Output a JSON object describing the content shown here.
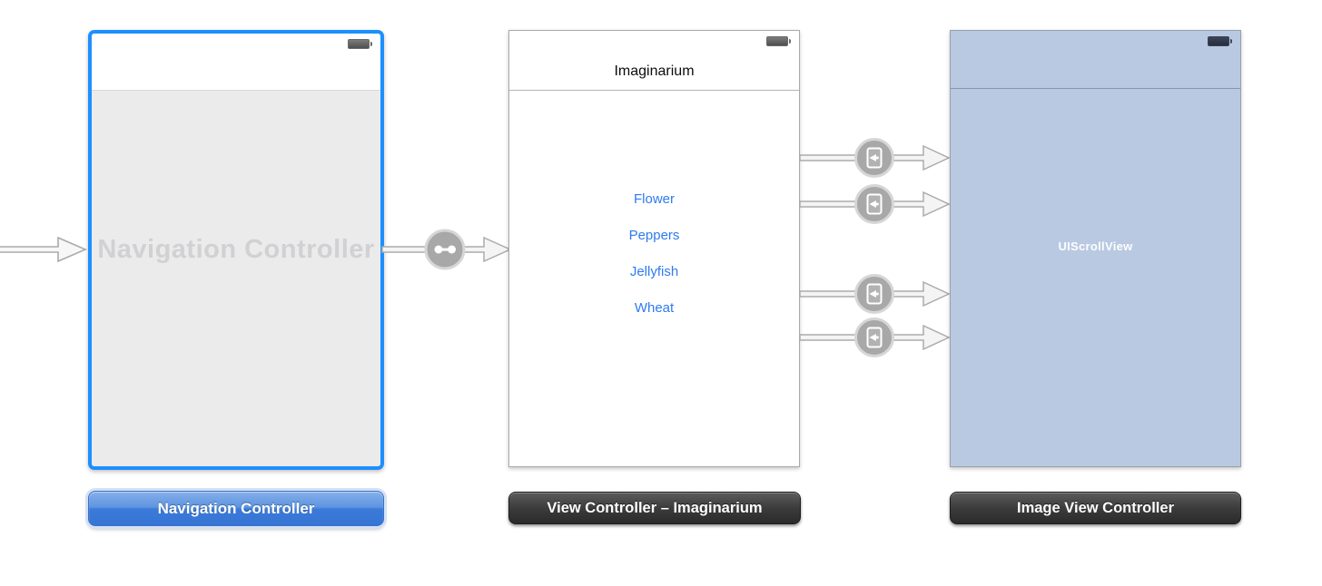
{
  "colors": {
    "selection_blue": "#1d8fff",
    "link_blue": "#2e7bf0",
    "scrollview_blue": "#b9c9e2",
    "content_gray": "#ebebeb",
    "segue_gray": "#a8a8a8",
    "dock_blue_selected": "#3c7ad8",
    "dock_dark": "#3c3c3c"
  },
  "icons": {
    "battery": "battery-indicator",
    "initial_arrow": "initial-view-controller-arrow",
    "relationship_segue": "root-view-controller-connector",
    "push_segue": "push-transition-glyph"
  },
  "nav_controller": {
    "watermark": "Navigation Controller",
    "dock_label": "Navigation Controller",
    "selected": true
  },
  "view_controller": {
    "nav_title": "Imaginarium",
    "cells": [
      "Flower",
      "Peppers",
      "Jellyfish",
      "Wheat"
    ],
    "dock_label": "View Controller – Imaginarium"
  },
  "image_view_controller": {
    "content_label": "UIScrollView",
    "dock_label": "Image View Controller"
  }
}
